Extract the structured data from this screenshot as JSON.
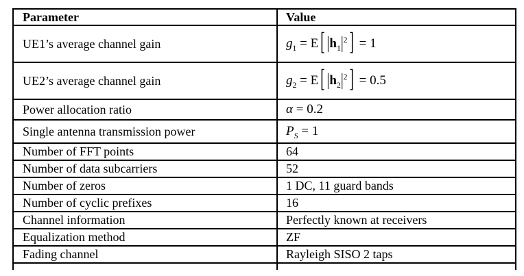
{
  "table": {
    "columns": [
      {
        "label": "Parameter"
      },
      {
        "label": "Value"
      }
    ],
    "rows": [
      {
        "parameter": "UE1’s average channel gain",
        "value": {
          "type": "formula",
          "segments": [
            {
              "text": "g",
              "style": "var"
            },
            {
              "text": "1",
              "style": "sub"
            },
            {
              "text": " = E",
              "style": "plain"
            },
            {
              "text": "[",
              "style": "bracket"
            },
            {
              "text": "|",
              "style": "bar"
            },
            {
              "text": "h",
              "style": "vec"
            },
            {
              "text": "1",
              "style": "sub"
            },
            {
              "text": "|",
              "style": "bar"
            },
            {
              "text": "2",
              "style": "sup"
            },
            {
              "text": "]",
              "style": "bracket"
            },
            {
              "text": " = 1",
              "style": "plain"
            }
          ]
        }
      },
      {
        "parameter": "UE2’s average channel gain",
        "value": {
          "type": "formula",
          "segments": [
            {
              "text": "g",
              "style": "var"
            },
            {
              "text": "2",
              "style": "sub"
            },
            {
              "text": " = E",
              "style": "plain"
            },
            {
              "text": "[",
              "style": "bracket"
            },
            {
              "text": "|",
              "style": "bar"
            },
            {
              "text": "h",
              "style": "vec"
            },
            {
              "text": "2",
              "style": "sub"
            },
            {
              "text": "|",
              "style": "bar"
            },
            {
              "text": "2",
              "style": "sup"
            },
            {
              "text": "]",
              "style": "bracket"
            },
            {
              "text": " = 0.5",
              "style": "plain"
            }
          ]
        }
      },
      {
        "parameter": "Power allocation ratio",
        "value": {
          "type": "formula",
          "segments": [
            {
              "text": "α",
              "style": "var"
            },
            {
              "text": " = 0.2",
              "style": "plain"
            }
          ]
        }
      },
      {
        "parameter": "Single antenna transmission power",
        "value": {
          "type": "formula",
          "segments": [
            {
              "text": "P",
              "style": "var"
            },
            {
              "text": "S",
              "style": "subvar"
            },
            {
              "text": " = 1",
              "style": "plain"
            }
          ]
        }
      },
      {
        "parameter": "Number of FFT points",
        "value": {
          "type": "text",
          "text": "64"
        }
      },
      {
        "parameter": "Number of data subcarriers",
        "value": {
          "type": "text",
          "text": "52"
        }
      },
      {
        "parameter": "Number of zeros",
        "value": {
          "type": "text",
          "text": "1 DC, 11 guard bands"
        }
      },
      {
        "parameter": "Number of cyclic prefixes",
        "value": {
          "type": "text",
          "text": "16"
        }
      },
      {
        "parameter": "Channel information",
        "value": {
          "type": "text",
          "text": "Perfectly known at receivers"
        }
      },
      {
        "parameter": "Equalization method",
        "value": {
          "type": "text",
          "text": "ZF"
        }
      },
      {
        "parameter": "Fading channel",
        "value": {
          "type": "text",
          "text": "Rayleigh SISO 2 taps"
        }
      }
    ]
  }
}
